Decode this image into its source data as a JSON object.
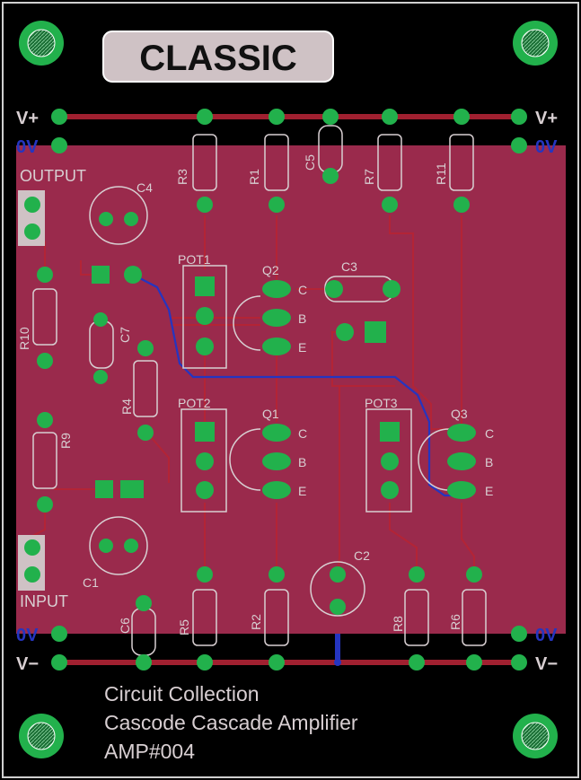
{
  "logo": "CLASSIC",
  "rails": {
    "vplus": "V+",
    "zero": "0V",
    "vminus": "V−"
  },
  "io": {
    "output": "OUTPUT",
    "input": "INPUT"
  },
  "parts": {
    "resistors": [
      "R1",
      "R2",
      "R3",
      "R4",
      "R5",
      "R6",
      "R7",
      "R8",
      "R9",
      "R10",
      "R11"
    ],
    "caps": [
      "C1",
      "C2",
      "C3",
      "C4",
      "C5",
      "C6",
      "C7"
    ],
    "pots": [
      "POT1",
      "POT2",
      "POT3"
    ],
    "transistors": [
      "Q1",
      "Q2",
      "Q3"
    ],
    "pins": {
      "c": "C",
      "b": "B",
      "e": "E"
    }
  },
  "footer": {
    "line1": "Circuit Collection",
    "line2": "Cascode Cascade Amplifier",
    "line3": "AMP#004"
  },
  "colors": {
    "background": "#000000",
    "copper": "#9a2a4c",
    "trace": "#a02030",
    "blue_trace": "#2535c0",
    "pad": "#22b14c",
    "silk": "#d8cfd2"
  }
}
